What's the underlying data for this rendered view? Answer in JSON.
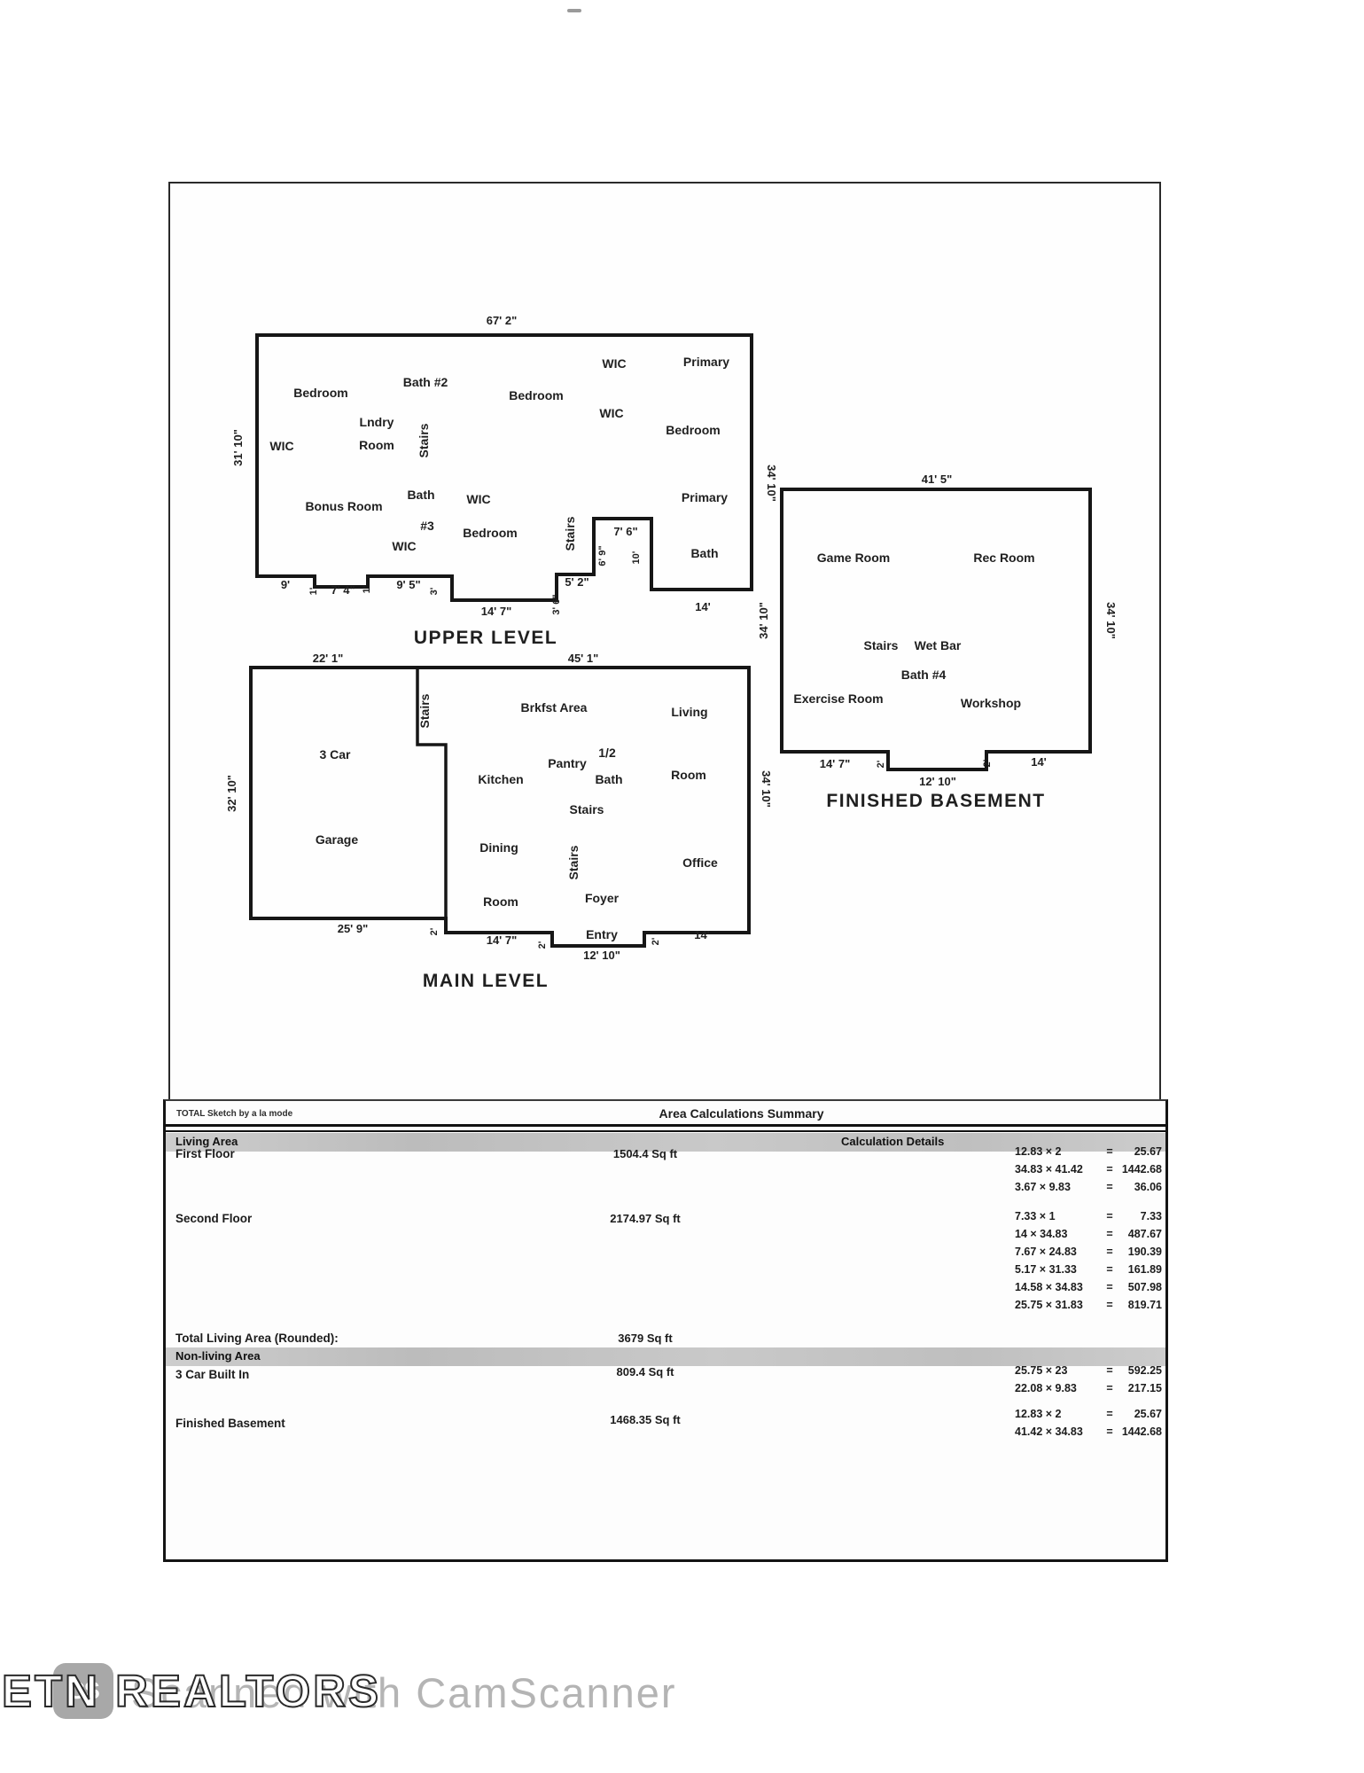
{
  "document": {
    "scan_header_note": "TOTAL Sketch by a la mode",
    "summary_title": "Area Calculations Summary"
  },
  "plans": {
    "upper": {
      "title": "UPPER LEVEL",
      "rooms": [
        "WIC",
        "Primary",
        "Bath #2",
        "Bedroom",
        "Bedroom",
        "WIC",
        "Bedroom",
        "Lndry",
        "Room",
        "Stairs",
        "WIC",
        "Bonus Room",
        "Bath",
        "#3",
        "WIC",
        "Bedroom",
        "WIC",
        "Stairs",
        "Primary",
        "Bath"
      ],
      "dims": [
        "67' 2\"",
        "31' 10\"",
        "34' 10\"",
        "9'",
        "1'",
        "7' 4\"",
        "1'",
        "9' 5\"",
        "3'",
        "14' 7\"",
        "3' 6\"",
        "5' 2\"",
        "6' 9\"",
        "7' 6\"",
        "10'",
        "14'"
      ]
    },
    "main": {
      "title": "MAIN LEVEL",
      "rooms": [
        "Stairs",
        "3 Car",
        "Garage",
        "Brkfst Area",
        "Living",
        "Pantry",
        "1/2",
        "Bath",
        "Kitchen",
        "Room",
        "Stairs",
        "Dining",
        "Room",
        "Stairs",
        "Office",
        "Foyer",
        "Entry"
      ],
      "dims": [
        "22' 1\"",
        "45' 1\"",
        "32' 10\"",
        "34' 10\"",
        "25' 9\"",
        "2'",
        "14' 7\"",
        "2'",
        "12' 10\"",
        "2'",
        "14'"
      ]
    },
    "basement": {
      "title": "FINISHED BASEMENT",
      "rooms": [
        "Game Room",
        "Rec Room",
        "Stairs",
        "Wet Bar",
        "Bath #4",
        "Exercise Room",
        "Workshop"
      ],
      "dims": [
        "41' 5\"",
        "34' 10\"",
        "34' 10\"",
        "14' 7\"",
        "2'",
        "12' 10\"",
        "2'",
        "14'"
      ]
    }
  },
  "table": {
    "living_header": "Living Area",
    "calc_header": "Calculation Details",
    "rows": {
      "first_floor": {
        "label": "First Floor",
        "sqft": "1504.4 Sq ft",
        "calcs": [
          {
            "expr": "12.83 × 2",
            "eq": "=",
            "res": "25.67"
          },
          {
            "expr": "34.83 × 41.42",
            "eq": "=",
            "res": "1442.68"
          },
          {
            "expr": "3.67 × 9.83",
            "eq": "=",
            "res": "36.06"
          }
        ]
      },
      "second_floor": {
        "label": "Second Floor",
        "sqft": "2174.97 Sq ft",
        "calcs": [
          {
            "expr": "7.33 × 1",
            "eq": "=",
            "res": "7.33"
          },
          {
            "expr": "14 × 34.83",
            "eq": "=",
            "res": "487.67"
          },
          {
            "expr": "7.67 × 24.83",
            "eq": "=",
            "res": "190.39"
          },
          {
            "expr": "5.17 × 31.33",
            "eq": "=",
            "res": "161.89"
          },
          {
            "expr": "14.58 × 34.83",
            "eq": "=",
            "res": "507.98"
          },
          {
            "expr": "25.75 × 31.83",
            "eq": "=",
            "res": "819.71"
          }
        ]
      },
      "total_living": {
        "label": "Total Living Area (Rounded):",
        "sqft": "3679 Sq ft"
      },
      "nonliving_header": "Non-living Area",
      "garage": {
        "label": "3 Car Built In",
        "sqft": "809.4 Sq ft",
        "calcs": [
          {
            "expr": "25.75 × 23",
            "eq": "=",
            "res": "592.25"
          },
          {
            "expr": "22.08 × 9.83",
            "eq": "=",
            "res": "217.15"
          }
        ]
      },
      "finished_basement": {
        "label": "Finished Basement",
        "sqft": "1468.35 Sq ft",
        "calcs": [
          {
            "expr": "12.83 × 2",
            "eq": "=",
            "res": "25.67"
          },
          {
            "expr": "41.42 × 34.83",
            "eq": "=",
            "res": "1442.68"
          }
        ]
      }
    }
  },
  "watermark": {
    "realtor": "ETN REALTORS",
    "scanner": "Scanned with CamScanner",
    "logo": "CS"
  }
}
